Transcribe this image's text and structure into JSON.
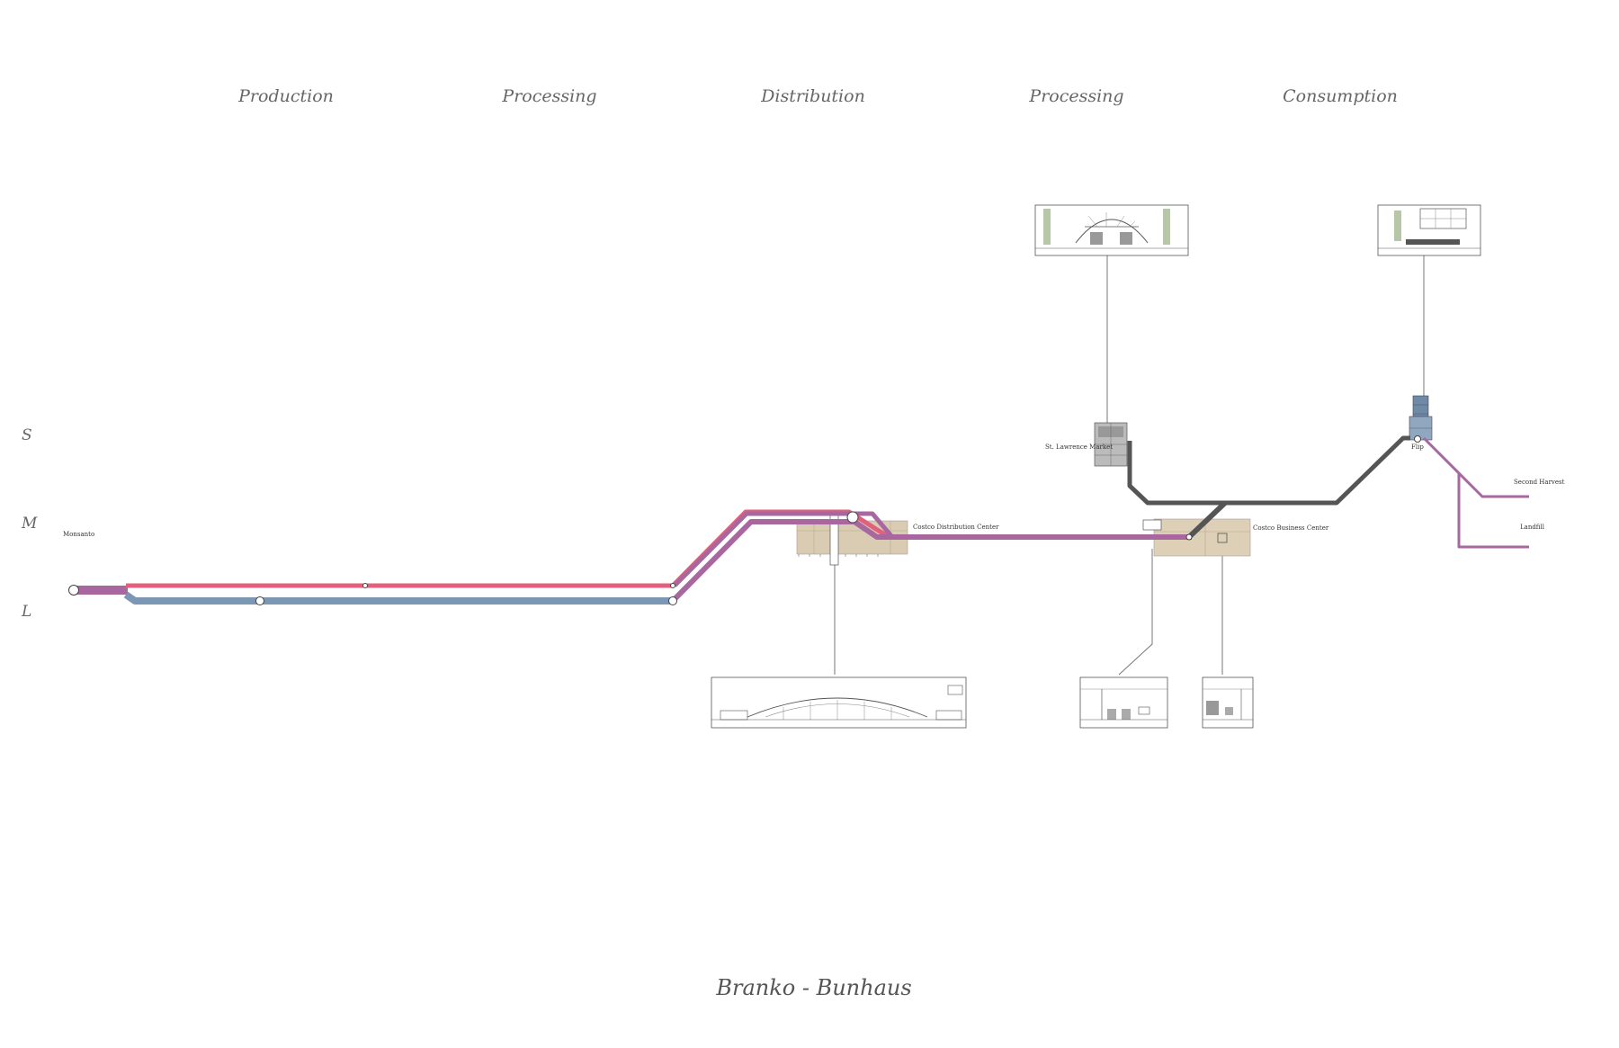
{
  "stages": [
    "Production",
    "Processing",
    "Distribution",
    "Processing",
    "Consumption"
  ],
  "scale_levels": [
    "S",
    "M",
    "L"
  ],
  "nodes": {
    "origin": "Monsanto",
    "distribution_center": "Costco Distribution Center",
    "market": "St. Lawrence Market",
    "business_center": "Costco Business Center",
    "endpoint": "Flip",
    "branch_upper": "Second Harvest",
    "branch_lower": "Landfill"
  },
  "title": "Branko - Bunhaus",
  "colors": {
    "line_pink": "#e0607e",
    "line_blue": "#7b97b3",
    "line_purple": "#a8689f",
    "line_dark": "#555555",
    "building_fill": "#d8cbb0",
    "leader": "#666666"
  }
}
